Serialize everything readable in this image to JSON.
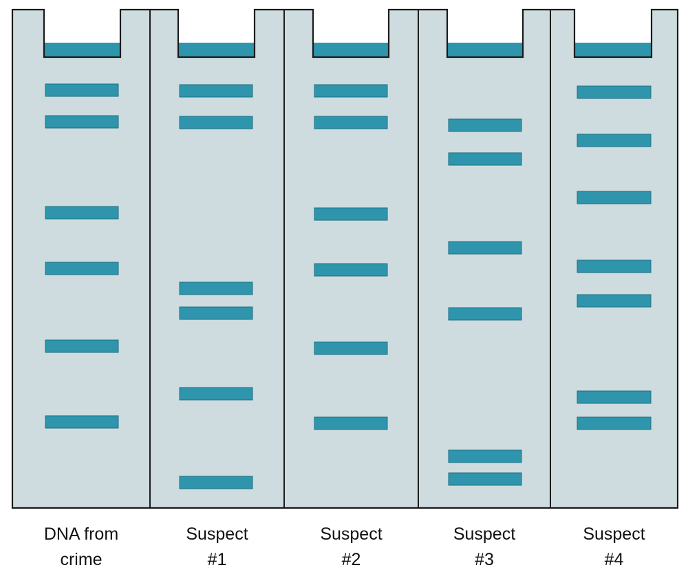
{
  "colors": {
    "gel": "#cedcdf",
    "band": "#2e95ac",
    "band_edge": "#1f6f82",
    "divider": "#1a1a1a",
    "well_interior": "#ffffff"
  },
  "lanes": [
    {
      "label_line1": "DNA from",
      "label_line2": "crime",
      "band_count": 6
    },
    {
      "label_line1": "Suspect",
      "label_line2": "#1",
      "band_count": 6
    },
    {
      "label_line1": "Suspect",
      "label_line2": "#2",
      "band_count": 6
    },
    {
      "label_line1": "Suspect",
      "label_line2": "#3",
      "band_count": 6
    },
    {
      "label_line1": "Suspect",
      "label_line2": "#4",
      "band_count": 7
    }
  ]
}
